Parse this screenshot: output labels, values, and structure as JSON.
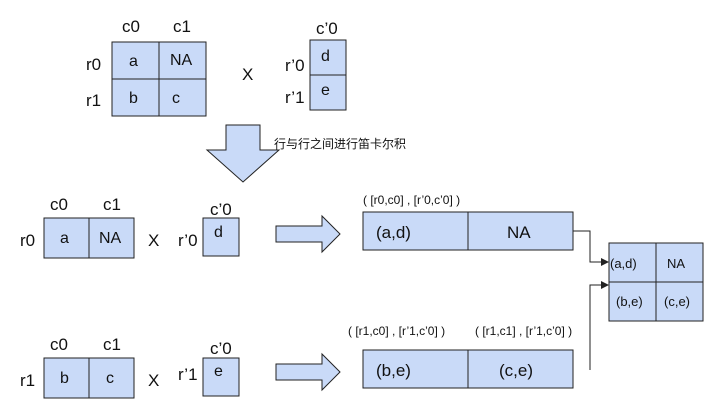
{
  "colors": {
    "cell_fill": "#c9daf8",
    "stroke": "#222222",
    "arrow_fill": "#c9daf8"
  },
  "top": {
    "left_matrix": {
      "col_headers": [
        "c0",
        "c1"
      ],
      "row_headers": [
        "r0",
        "r1"
      ],
      "cells": [
        [
          "a",
          "NA"
        ],
        [
          "b",
          "c"
        ]
      ]
    },
    "times": "X",
    "right_matrix": {
      "col_header": "c’0",
      "row_headers": [
        "r’0",
        "r’1"
      ],
      "cells": [
        "d",
        "e"
      ]
    }
  },
  "caption": "行与行之间进行笛卡尔积",
  "row1": {
    "col_headers": [
      "c0",
      "c1"
    ],
    "row_header": "r0",
    "cells": [
      "a",
      "NA"
    ],
    "times": "X",
    "right_col_header": "c’0",
    "right_row_header": "r’0",
    "right_cell": "d",
    "annotation": "( [r0,c0] , [r’0,c’0] )",
    "result": [
      "(a,d)",
      "NA"
    ]
  },
  "row2": {
    "col_headers": [
      "c0",
      "c1"
    ],
    "row_header": "r1",
    "cells": [
      "b",
      "c"
    ],
    "times": "X",
    "right_col_header": "c’0",
    "right_row_header": "r’1",
    "right_cell": "e",
    "annotations": [
      "( [r1,c0] , [r’1,c’0] )",
      "( [r1,c1] , [r’1,c’0] )"
    ],
    "result": [
      "(b,e)",
      "(c,e)"
    ]
  },
  "final": {
    "cells": [
      [
        "(a,d)",
        "NA"
      ],
      [
        "(b,e)",
        "(c,e)"
      ]
    ]
  }
}
